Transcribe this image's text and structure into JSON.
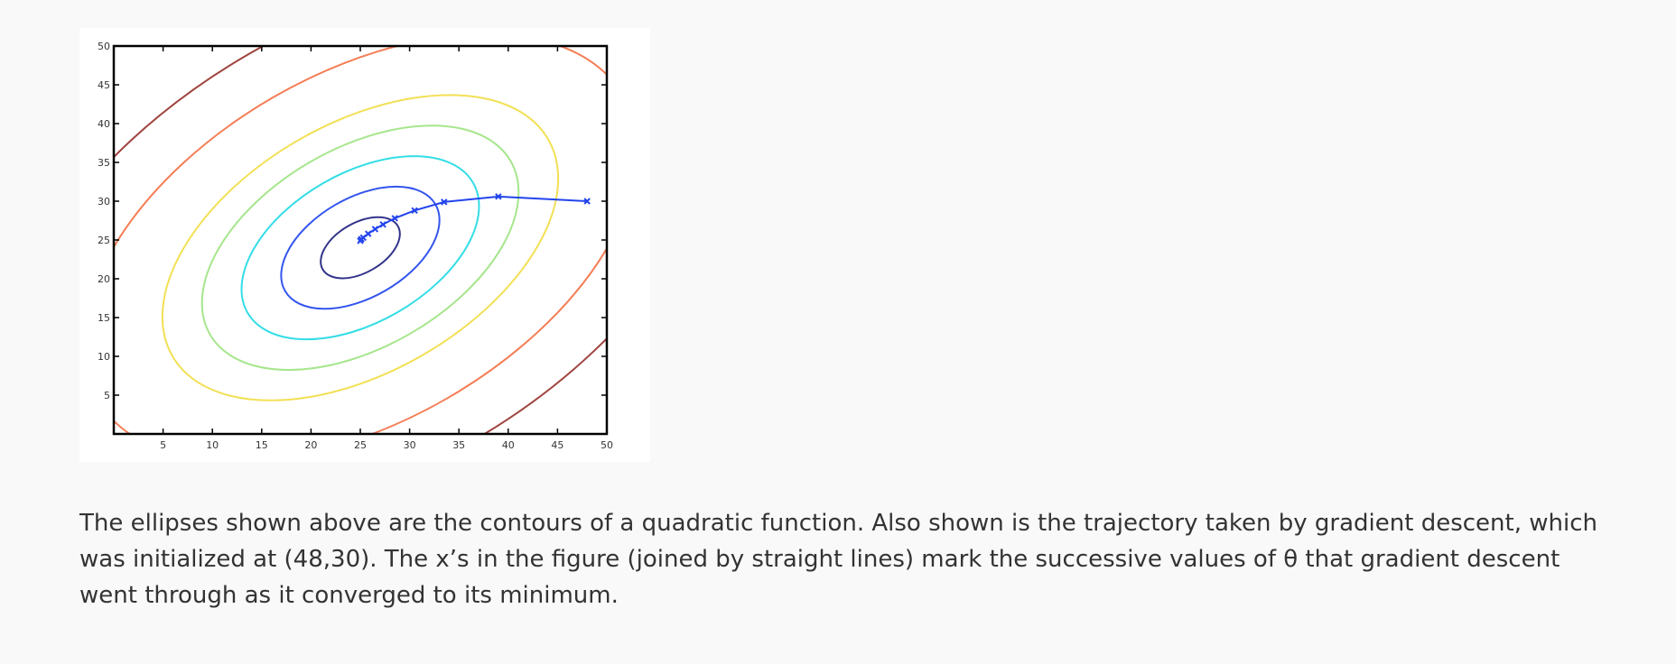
{
  "chart_data": {
    "type": "contour",
    "title": "",
    "xlabel": "",
    "ylabel": "",
    "xlim": [
      0,
      50
    ],
    "ylim": [
      0,
      50
    ],
    "xticks": [
      5,
      10,
      15,
      20,
      25,
      30,
      35,
      40,
      45,
      50
    ],
    "yticks": [
      5,
      10,
      15,
      20,
      25,
      30,
      35,
      40,
      45,
      50
    ],
    "grid": false,
    "contours": {
      "center": [
        25,
        24
      ],
      "rotation_deg": 30,
      "levels": [
        {
          "radii": [
            4.4,
            3.2
          ],
          "color": "#33338c"
        },
        {
          "radii": [
            8.8,
            6.4
          ],
          "color": "#3355ee"
        },
        {
          "radii": [
            13.2,
            9.6
          ],
          "color": "#33dde6"
        },
        {
          "radii": [
            17.6,
            12.8
          ],
          "color": "#a6e68c"
        },
        {
          "radii": [
            22.0,
            16.0
          ],
          "color": "#f2e055"
        },
        {
          "radii": [
            30.8,
            22.4
          ],
          "color": "#f57d55"
        },
        {
          "radii": [
            39.6,
            28.8
          ],
          "color": "#a0443f"
        }
      ]
    },
    "series": [
      {
        "color": "#2244ee",
        "marker": "x",
        "x": [
          48,
          39,
          33.5,
          30.5,
          28.5,
          27.3,
          26.5,
          25.8,
          25.3,
          25.1,
          25
        ],
        "y": [
          30,
          30.6,
          29.9,
          28.8,
          27.8,
          27,
          26.4,
          25.8,
          25.3,
          25.1,
          24.9
        ]
      }
    ]
  },
  "caption": "The ellipses shown above are the contours of a quadratic function. Also shown is the trajectory taken by gradient descent, which was initialized at (48,30). The x’s in the figure (joined by straight lines) mark the successive values of θ that gradient descent went through as it converged to its minimum."
}
